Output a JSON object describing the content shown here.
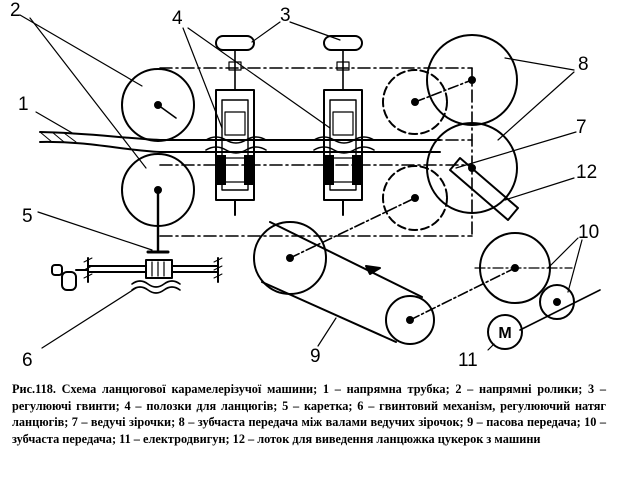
{
  "labels": {
    "l1": "1",
    "l2": "2",
    "l3": "3",
    "l4": "4",
    "l5": "5",
    "l6": "6",
    "l7": "7",
    "l8": "8",
    "l9": "9",
    "l10": "10",
    "l11": "11",
    "l12": "12",
    "motor": "М"
  },
  "caption": {
    "prefix": "Рис.118.",
    "text": " Схема ланцюгової карамелерізучої машини; 1 – напрямна трубка; 2 – напрямні ролики; 3 – регулюючі гвинти; 4 – полозки для ланцюгів; 5 – каретка; 6 – гвинтовий механізм, регулюючий натяг ланцюгів; 7 – ведучі зірочки; 8 – зубчаста передача між валами ведучих зірочок; 9 – пасова передача; 10 – зубчаста передача; 11 – електродвигун; 12 – лоток для виведення ланцюжка цукерок з машини"
  }
}
